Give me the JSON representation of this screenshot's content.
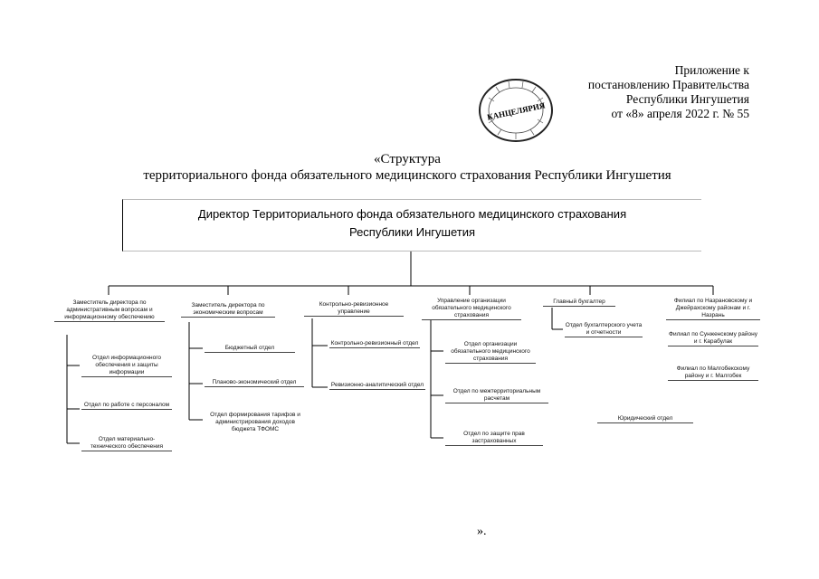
{
  "appendix": {
    "line1": "Приложение к",
    "line2": "постановлению Правительства",
    "line3": "Республики Ингушетия",
    "line4": "от «8» апреля 2022 г. № 55"
  },
  "stamp": {
    "text": "КАНЦЕЛЯРИЯ"
  },
  "title": {
    "line1": "«Структура",
    "line2": "территориального фонда обязательного медицинского страхования Республики Ингушетия"
  },
  "director": {
    "line1": "Директор Территориального фонда обязательного медицинского страхования",
    "line2": "Республики Ингушетия"
  },
  "columns": {
    "c1": {
      "head": "Заместитель директора по административным вопросам и информационному обеспечению",
      "items": [
        "Отдел информационного обеспечения и защиты информации",
        "Отдел по работе с персоналом",
        "Отдел материально-технического обеспечения"
      ]
    },
    "c2": {
      "head": "Заместитель директора по экономическим вопросам",
      "items": [
        "Бюджетный отдел",
        "Планово-экономический отдел",
        "Отдел формирования тарифов и администрирования доходов бюджета ТФОМС"
      ]
    },
    "c3": {
      "head": "Контрольно-ревизионное управление",
      "items": [
        "Контрольно-ревизионный отдел",
        "Ревизионно-аналитический отдел"
      ]
    },
    "c4": {
      "head": "Управление организации обязательного медицинского страхования",
      "items": [
        "Отдел организации обязательного медицинского страхования",
        "Отдел по межтерриториальным расчетам",
        "Отдел по защите прав застрахованных"
      ]
    },
    "c5": {
      "head": "Главный бухгалтер",
      "items": [
        "Отдел бухгалтерского учета и отчетности"
      ]
    },
    "c6": {
      "head": "Филиал по Назрановскому и Джейрахскому районам и г. Назрань",
      "items": [
        "Филиал по Сунженскому району и г. Карабулак",
        "Филиал по Малгобекскому району и г. Малгобек"
      ]
    }
  },
  "legal": "Юридический отдел",
  "closing": "»."
}
